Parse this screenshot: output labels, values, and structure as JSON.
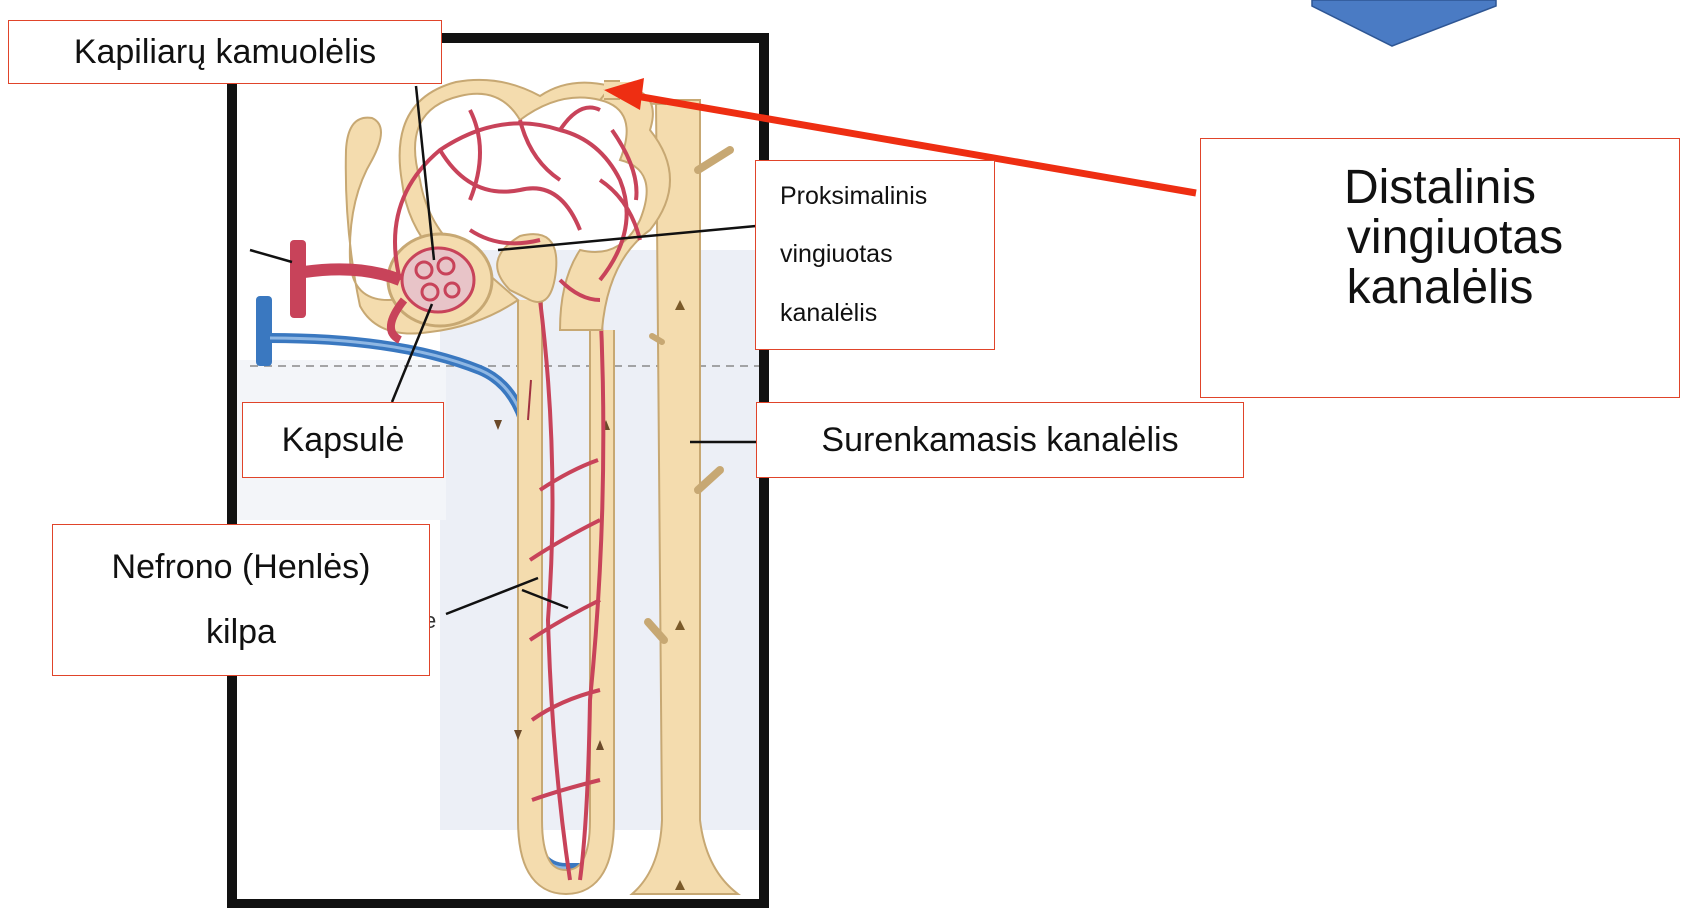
{
  "labels": {
    "kapiliaru": "Kapiliarų kamuolėlis",
    "proksimalinis": [
      "Proksimalinis",
      "vingiuotas",
      "kanalėlis"
    ],
    "distalinis": [
      "Distalinis",
      "vingiuotas",
      "kanalėlis"
    ],
    "surenkamasis": "Surenkamasis kanalėlis",
    "kapsule": "Kapsulė",
    "nefrono": [
      "Nefrono (Henlės)",
      "kilpa"
    ],
    "figure_fragment": "e"
  },
  "colors": {
    "label_border": "#e0442a",
    "arrow": "#ee2e12",
    "tubule_fill": "#f4dcae",
    "tubule_stroke": "#c7a873",
    "artery": "#c8435a",
    "artery_light": "#d87a8a",
    "vein": "#3a78c0",
    "frame": "#111111",
    "chevron": "#4a7bc4"
  }
}
